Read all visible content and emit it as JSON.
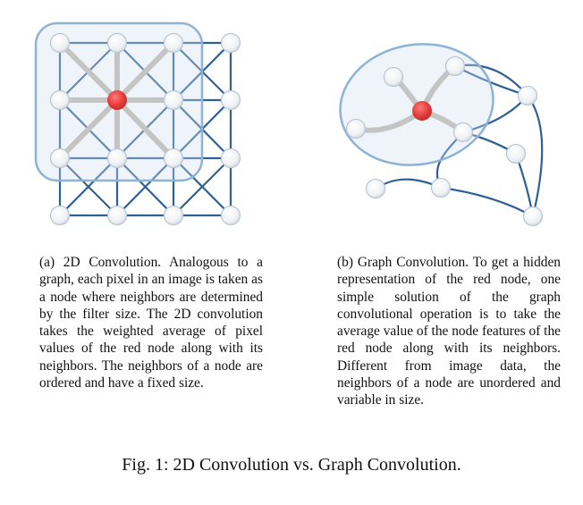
{
  "figure": {
    "caption": "Fig. 1: 2D Convolution vs. Graph Convolution.",
    "subfigures": [
      {
        "id": "a",
        "caption": "(a) 2D Convolution. Analogous to a graph, each pixel in an image is taken as a node where neighbors are determined by the filter size. The 2D convolution takes the weighted average of pixel values of the red node along with its neighbors. The neighbors of a node are ordered and have a fixed size."
      },
      {
        "id": "b",
        "caption": "(b) Graph Convolution. To get a hidden representation of the red node, one simple solution of the graph convolutional operation is to take the average value of the node features of the red node along with its neighbors. Different from image data, the neighbors of a node are unordered and variable in size."
      }
    ]
  },
  "colors": {
    "edge_blue": "#2e5f95",
    "highlight_gray": "#c4c4c4",
    "filter_region": "#8db3d6",
    "center_node": "#e53b3b",
    "node_fill": "#f4f6f8",
    "node_stroke": "#b9c6d3"
  }
}
